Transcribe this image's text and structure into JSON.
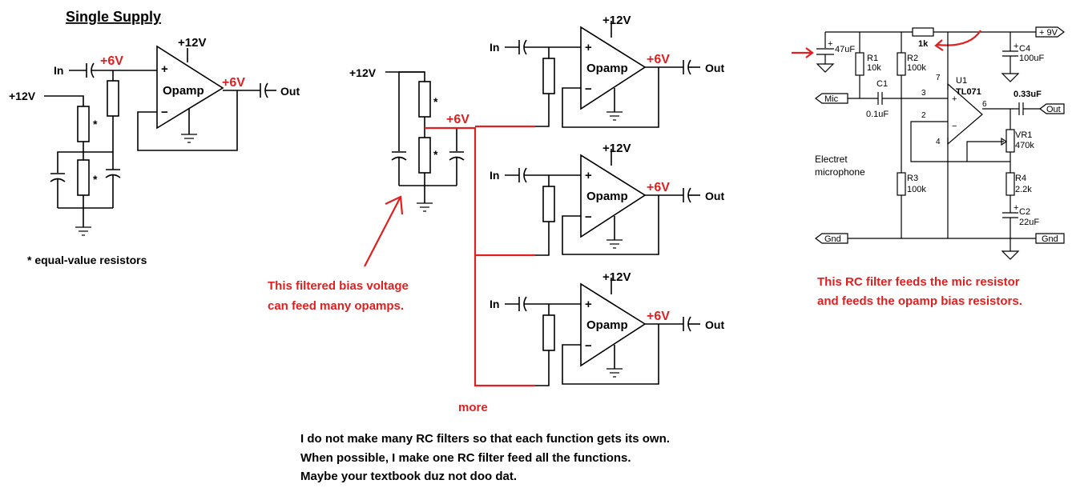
{
  "left": {
    "title": "Single Supply",
    "supply_plus12": "+12V",
    "opamp_supply": "+12V",
    "in_label": "In",
    "bias_label": "+6V",
    "out_bias_label": "+6V",
    "out_label": "Out",
    "opamp_label": "Opamp",
    "plus_sign": "+",
    "minus_sign": "−",
    "star": "*",
    "footnote": "* equal-value resistors"
  },
  "middle": {
    "supply_label": "+12V",
    "bias_label": "+6V",
    "star": "*",
    "annotation_line1": "This filtered bias voltage",
    "annotation_line2": "can feed many opamps.",
    "more_label": "more",
    "opamps": [
      {
        "in": "In",
        "supply": "+12V",
        "opamp": "Opamp",
        "bias": "+6V",
        "out": "Out"
      },
      {
        "in": "In",
        "supply": "+12V",
        "opamp": "Opamp",
        "bias": "+6V",
        "out": "Out"
      },
      {
        "in": "In",
        "supply": "+12V",
        "opamp": "Opamp",
        "bias": "+6V",
        "out": "Out"
      }
    ]
  },
  "right": {
    "c3": "47uF",
    "r1_name": "R1",
    "r1_val": "10k",
    "r2_name": "R2",
    "r2_val": "100k",
    "r_top": "1k",
    "c4_name": "C4",
    "c4_val": "100uF",
    "supply": "+ 9V",
    "mic_tag": "Mic",
    "c1_name": "C1",
    "c1_val": "0.1uF",
    "u1_name": "U1",
    "u1_part": "TL071",
    "pin7": "7",
    "pin3": "3",
    "pin2": "2",
    "pin6": "6",
    "pin4": "4",
    "c_out": "0.33uF",
    "out_tag": "Out",
    "vr1_name": "VR1",
    "vr1_val": "470k",
    "mic_line1": "Electret",
    "mic_line2": "microphone",
    "r3_name": "R3",
    "r3_val": "100k",
    "r4_name": "R4",
    "r4_val": "2.2k",
    "c2_name": "C2",
    "c2_val": "22uF",
    "gnd_left": "Gnd",
    "gnd_right": "Gnd",
    "annotation_line1": "This RC filter feeds the mic resistor",
    "annotation_line2": "and feeds the opamp bias resistors."
  },
  "bottom_note": {
    "line1": "I do not make many RC filters so that each function gets its own.",
    "line2": "When possible, I make one RC filter feed all the functions.",
    "line3": "Maybe your textbook duz not doo dat."
  },
  "colors": {
    "annotation": "#e02020",
    "wire": "#000000"
  }
}
